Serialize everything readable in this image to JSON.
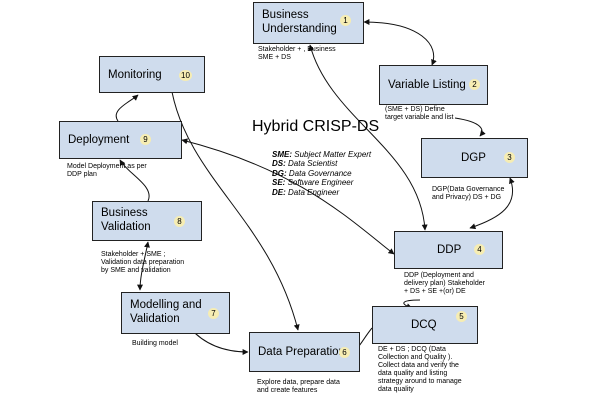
{
  "title": "Hybrid CRISP-DS",
  "legend": [
    {
      "abbr": "SME:",
      "text": "Subject Matter Expert"
    },
    {
      "abbr": "DS:",
      "text": "Data Scientist"
    },
    {
      "abbr": "DG:",
      "text": "Data Governance"
    },
    {
      "abbr": "SE:",
      "text": "Software Engineer"
    },
    {
      "abbr": "DE:",
      "text": "Data Engineer"
    }
  ],
  "nodes": {
    "business_understanding": {
      "line1": "Business",
      "line2": "Understanding",
      "num": "1",
      "note": [
        "Stakeholder + ,  Business",
        "SME + DS"
      ]
    },
    "variable_listing": {
      "label": "Variable Listing",
      "num": "2",
      "note": [
        "(SME + DS)      Define",
        "target variable and    list"
      ]
    },
    "dgp": {
      "label": "DGP",
      "num": "3",
      "note": [
        "DGP(Data    Governance",
        "and Privacy)  DS + DG"
      ]
    },
    "ddp": {
      "label": "DDP",
      "num": "4",
      "note": [
        "DDP (Deployment          and",
        "delivery plan)         Stakeholder",
        "+ DS + SE    +(or) DE"
      ]
    },
    "dcq": {
      "label": "DCQ",
      "num": "5",
      "note": [
        "DE + DS ; DCQ (Data",
        "Collection and Quality ).",
        "Collect data and  verify the",
        "data quality and listing",
        "strategy around to manage",
        "data quality"
      ]
    },
    "data_preparation": {
      "label": "Data Preparation",
      "num": "6",
      "note": [
        "Explore data, prepare data",
        "and create features"
      ]
    },
    "modelling_validation": {
      "line1": "Modelling and",
      "line2": "Validation",
      "num": "7",
      "note": [
        "Building model"
      ]
    },
    "business_validation": {
      "line1": "Business",
      "line2": "Validation",
      "num": "8",
      "note": [
        "Stakeholder     +   SME ;",
        "Validation data preparation",
        "by SME and validation"
      ]
    },
    "deployment": {
      "label": "Deployment",
      "num": "9",
      "note": [
        "Model Deployment as per",
        "DDP plan"
      ]
    },
    "monitoring": {
      "label": "Monitoring",
      "num": "10"
    }
  }
}
